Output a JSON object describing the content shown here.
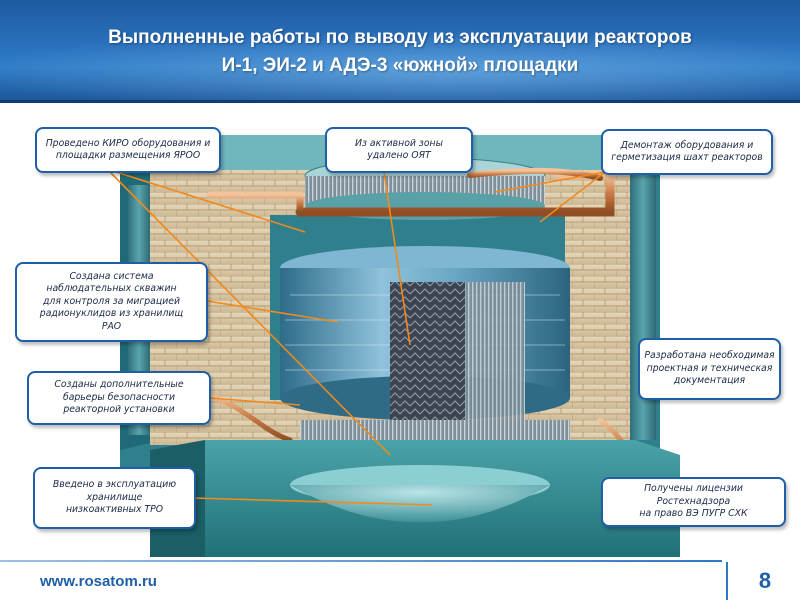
{
  "header": {
    "title_line1": "Выполненные работы по выводу из эксплуатации реакторов",
    "title_line2": "И-1, ЭИ-2 и АДЭ-3 «южной» площадки"
  },
  "callouts": {
    "kiro": "Проведено КИРО оборудования и\nплощадки размещения ЯРОО",
    "oyat": "Из активной зоны\nудалено ОЯТ",
    "dismantle": "Демонтаж оборудования  и\nгерметизация шахт  реакторов",
    "wells": "Создана система\nнаблюдательных скважин\nдля контроля за миграцией\nрадионуклидов из хранилищ\nРАО",
    "barriers": "Созданы дополнительные\nбарьеры безопасности\nреакторной установки",
    "documentation": "Разработана необходимая\nпроектная и техническая\nдокументация",
    "storage": "Введено в эксплуатацию\nхранилище\nнизкоактивных ТРО",
    "licenses": "Получены лицензии Ростехнадзора\nна право ВЭ  ПУГР СХК"
  },
  "footer": {
    "website": "www.rosatom.ru",
    "page_number": "8"
  },
  "colors": {
    "header_blue": "#2a71bd",
    "callout_border": "#1f5fa8",
    "leader_orange": "#f08a1c"
  }
}
